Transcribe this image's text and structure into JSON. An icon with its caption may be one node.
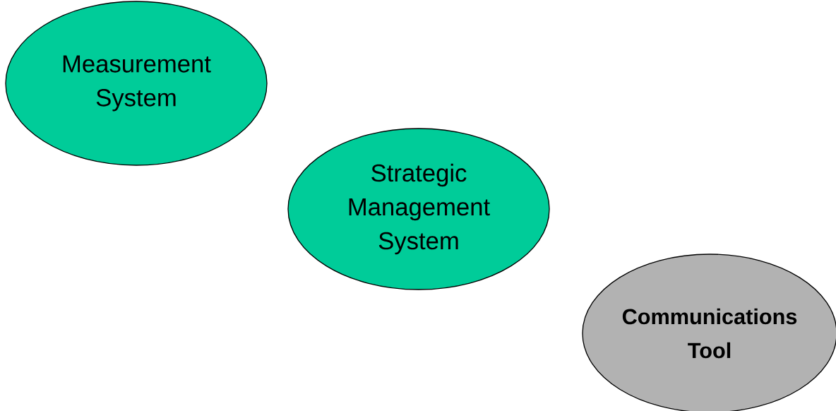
{
  "diagram": {
    "nodes": [
      {
        "text": [
          "Measurement System"
        ]
      },
      {
        "text": [
          "Strategic Management System"
        ]
      },
      {
        "text": [
          "Communications Tool"
        ]
      }
    ]
  }
}
